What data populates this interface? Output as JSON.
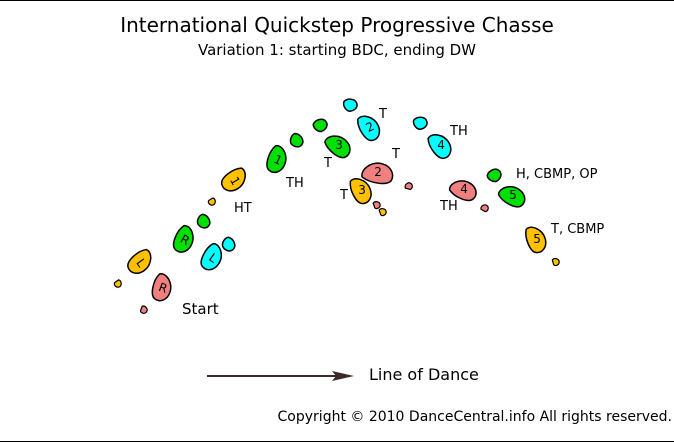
{
  "title": "International Quickstep Progressive Chasse",
  "subtitle": "Variation 1: starting BDC, ending DW",
  "line_of_dance_label": "Line of Dance",
  "copyright": "Copyright © 2010 DanceCentral.info All rights reserved.",
  "start_label": "Start",
  "colors": {
    "left_foot": "#00ffff",
    "right_foot": "#f08080",
    "yellow": "#ffc000",
    "green": "#00e000",
    "outline": "#000000"
  },
  "footprints": [
    {
      "id": "start-L",
      "label": "L",
      "color": "#00ffff"
    },
    {
      "id": "start-R",
      "label": "R",
      "color": "#f08080"
    },
    {
      "id": "prep-L",
      "label": "L",
      "color": "#ffc000"
    },
    {
      "id": "prep-R",
      "label": "R",
      "color": "#00e000"
    },
    {
      "id": "step1-yellow",
      "label": "1",
      "color": "#ffc000"
    },
    {
      "id": "step1-green",
      "label": "1",
      "color": "#00e000"
    },
    {
      "id": "step2-cyan",
      "label": "2",
      "color": "#00ffff"
    },
    {
      "id": "step2-pink",
      "label": "2",
      "color": "#f08080"
    },
    {
      "id": "step3-green",
      "label": "3",
      "color": "#00e000"
    },
    {
      "id": "step3-yellow",
      "label": "3",
      "color": "#ffc000"
    },
    {
      "id": "step4-cyan",
      "label": "4",
      "color": "#00ffff"
    },
    {
      "id": "step4-pink",
      "label": "4",
      "color": "#f08080"
    },
    {
      "id": "step5-green",
      "label": "5",
      "color": "#00e000"
    },
    {
      "id": "step5-yellow",
      "label": "5",
      "color": "#ffc000"
    }
  ],
  "annotations": {
    "ht": "HT",
    "th1": "TH",
    "t_step2": "T",
    "t_step3": "T",
    "t_step2b": "T",
    "t_step3b": "T",
    "th_step4": "TH",
    "th_step4b": "TH",
    "step5_green": "H, CBMP, OP",
    "step5_yellow": "T, CBMP"
  }
}
